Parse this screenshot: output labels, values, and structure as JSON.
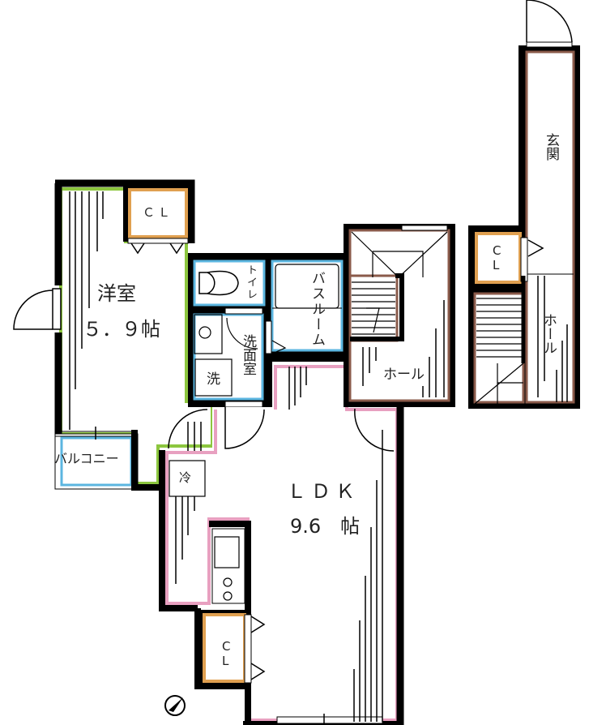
{
  "colors": {
    "wall": "#000000",
    "western_room": "#8cc63f",
    "ldk": "#e8a0c0",
    "wet_area": "#5bb6e0",
    "hall_entrance": "#8a5a4a",
    "closet": "#e0a050",
    "background": "#ffffff"
  },
  "rooms": {
    "western": {
      "name": "洋室",
      "size": "５．９帖"
    },
    "ldk": {
      "name": "ＬＤＫ",
      "size": "9.6　帖"
    },
    "toilet": {
      "name": "トイレ"
    },
    "bathroom": {
      "name": "バスルーム"
    },
    "washroom": {
      "name": "洗面室"
    },
    "washer": {
      "name": "洗"
    },
    "fridge": {
      "name": "冷"
    },
    "balcony": {
      "name": "バルコニー"
    },
    "hall_upper": {
      "name": "ホール"
    },
    "hall_right": {
      "name": "ホール"
    },
    "entrance": {
      "name": "玄関"
    },
    "closet_western": {
      "name": "ＣＬ"
    },
    "closet_right": {
      "line1": "C",
      "line2": "L"
    },
    "closet_ldk": {
      "line1": "C",
      "line2": "L"
    }
  },
  "compass": {
    "icon": "north-arrow-icon"
  }
}
